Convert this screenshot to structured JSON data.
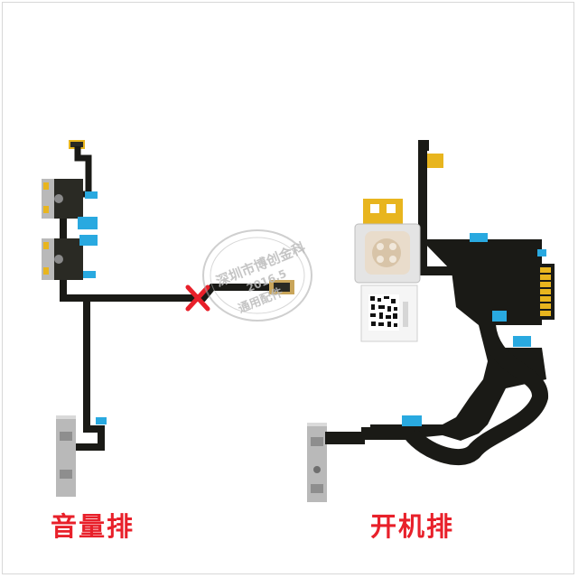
{
  "captions": {
    "left": "音量排",
    "right": "开机排"
  },
  "watermark": {
    "line1": "深圳市博创金科",
    "line2": "2016.5",
    "line3": "通用配件"
  },
  "marker": "X",
  "colors": {
    "caption": "#e8202a",
    "flex": "#1a1a16",
    "contact_gold": "#e8b51e",
    "clip_blue": "#29a9e0",
    "metal": "#b9b9b9",
    "marker": "#e8202a"
  }
}
